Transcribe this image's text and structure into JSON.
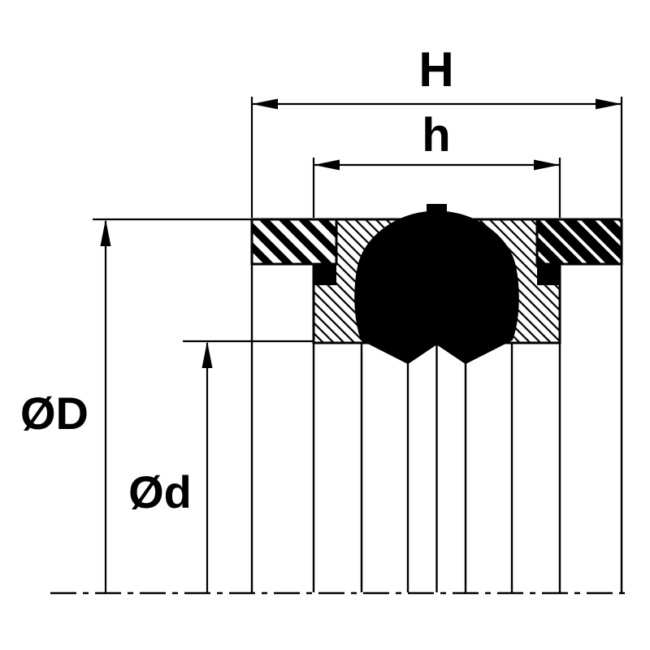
{
  "diagram": {
    "labels": {
      "total_width": "H",
      "inner_width": "h",
      "outer_diameter": "ØD",
      "inner_diameter": "Ød"
    },
    "colors": {
      "line": "#000000",
      "background": "#ffffff",
      "elastomer_fill": "#000000"
    }
  }
}
